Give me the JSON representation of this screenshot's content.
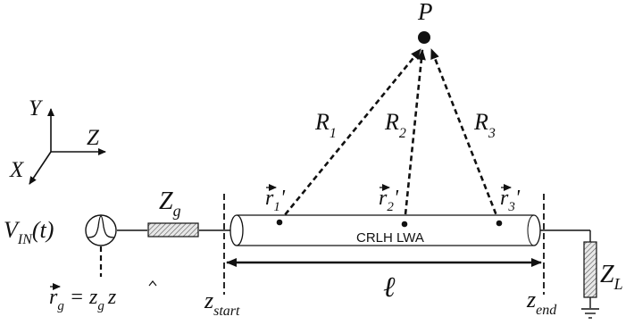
{
  "point_label": "P",
  "axes": {
    "y": "Y",
    "z": "Z",
    "x": "X"
  },
  "distances": {
    "r1": {
      "main": "R",
      "sub": "1"
    },
    "r2": {
      "main": "R",
      "sub": "2"
    },
    "r3": {
      "main": "R",
      "sub": "3"
    }
  },
  "positions": {
    "p1": {
      "main": "r",
      "sub": "1",
      "prime": "'"
    },
    "p2": {
      "main": "r",
      "sub": "2",
      "prime": "'"
    },
    "p3": {
      "main": "r",
      "sub": "3",
      "prime": "'"
    }
  },
  "source": {
    "v_main": "V",
    "v_sub": "IN",
    "v_arg": "(t)"
  },
  "source_position": {
    "r": "r",
    "r_sub": "g",
    "eq": " = z",
    "z_sub": "g",
    "zhat": "z"
  },
  "generator_impedance": {
    "main": "Z",
    "sub": "g"
  },
  "load_impedance": {
    "main": "Z",
    "sub": "L"
  },
  "antenna_label": "CRLH LWA",
  "length_label": "ℓ",
  "z_start": {
    "main": "z",
    "sub": "start"
  },
  "z_end": {
    "main": "z",
    "sub": "end"
  }
}
